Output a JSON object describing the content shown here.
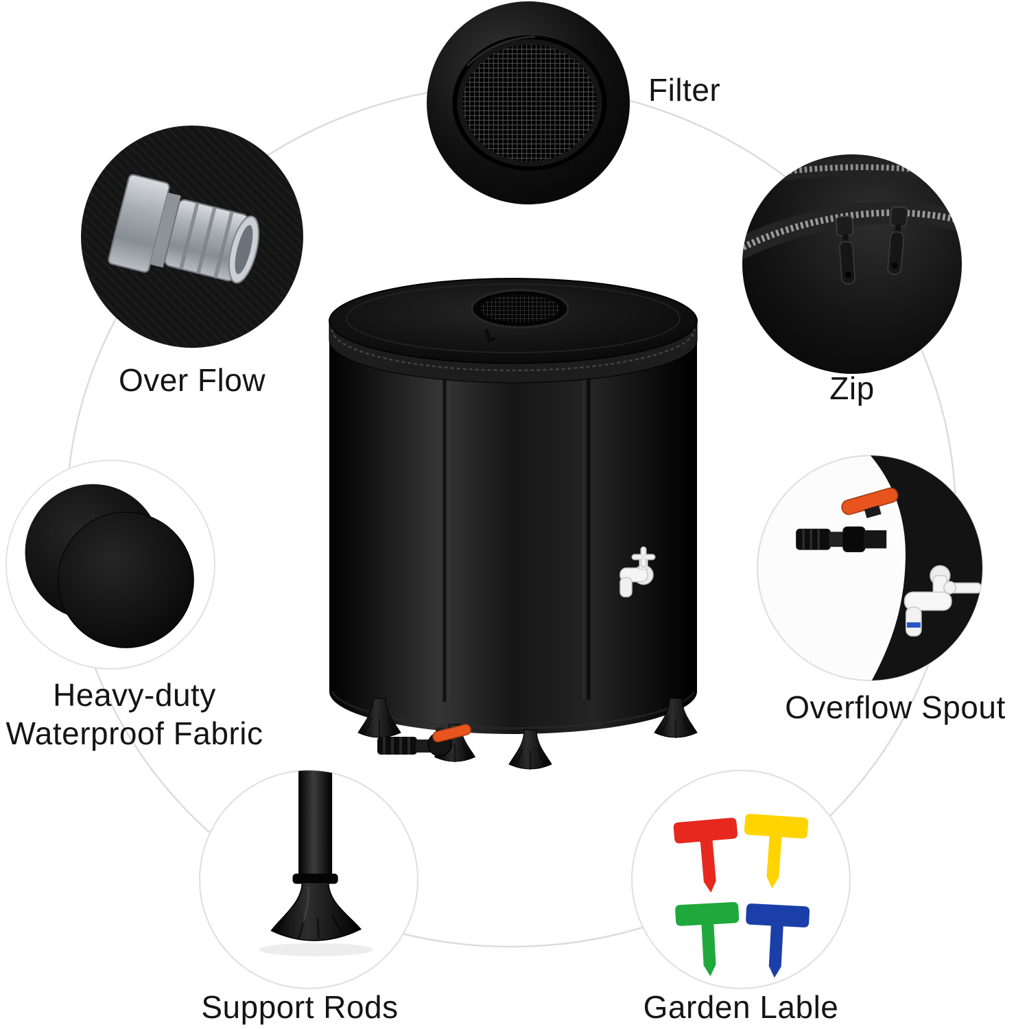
{
  "callouts": {
    "filter": {
      "label": "Filter"
    },
    "over_flow": {
      "label": "Over Flow"
    },
    "zip": {
      "label": "Zip"
    },
    "fabric": {
      "line1": "Heavy-duty",
      "line2": "Waterproof Fabric"
    },
    "overflow_spout": {
      "label": "Overflow Spout"
    },
    "support_rods": {
      "label": "Support Rods"
    },
    "garden_label": {
      "label": "Garden Lable"
    }
  },
  "colors": {
    "valve_orange": "#e8541e",
    "faucet_blue": "#2a52c8",
    "tag_red": "#e6281e",
    "tag_yellow": "#ffd400",
    "tag_green": "#1fa83c",
    "tag_blue": "#1b3fa8"
  }
}
